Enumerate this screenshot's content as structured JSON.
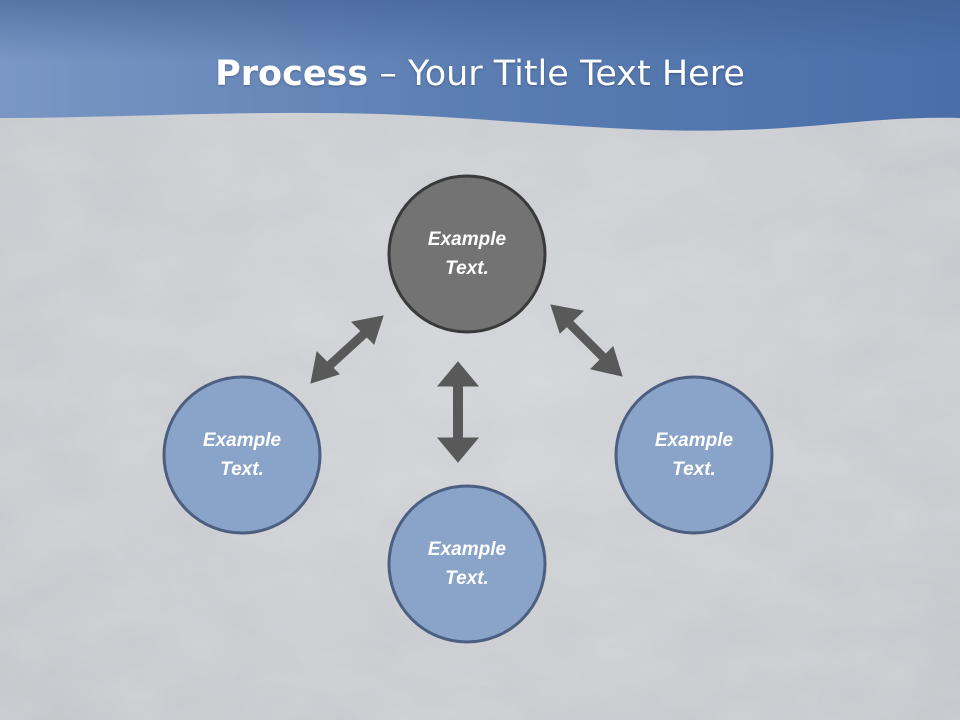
{
  "slide": {
    "title_bold": "Process",
    "title_rest": " – Your Title Text Here"
  },
  "nodes": [
    {
      "id": "top",
      "line1": "Example",
      "line2": "Text."
    },
    {
      "id": "left",
      "line1": "Example",
      "line2": "Text."
    },
    {
      "id": "bottom",
      "line1": "Example",
      "line2": "Text."
    },
    {
      "id": "right",
      "line1": "Example",
      "line2": "Text."
    }
  ],
  "colors": {
    "header": "#4f72a8",
    "center_node": "#737373",
    "outer_node": "#8aa3c9",
    "node_border": "#3a3a3a",
    "outer_border": "#4d5f80",
    "arrow": "#595959"
  }
}
